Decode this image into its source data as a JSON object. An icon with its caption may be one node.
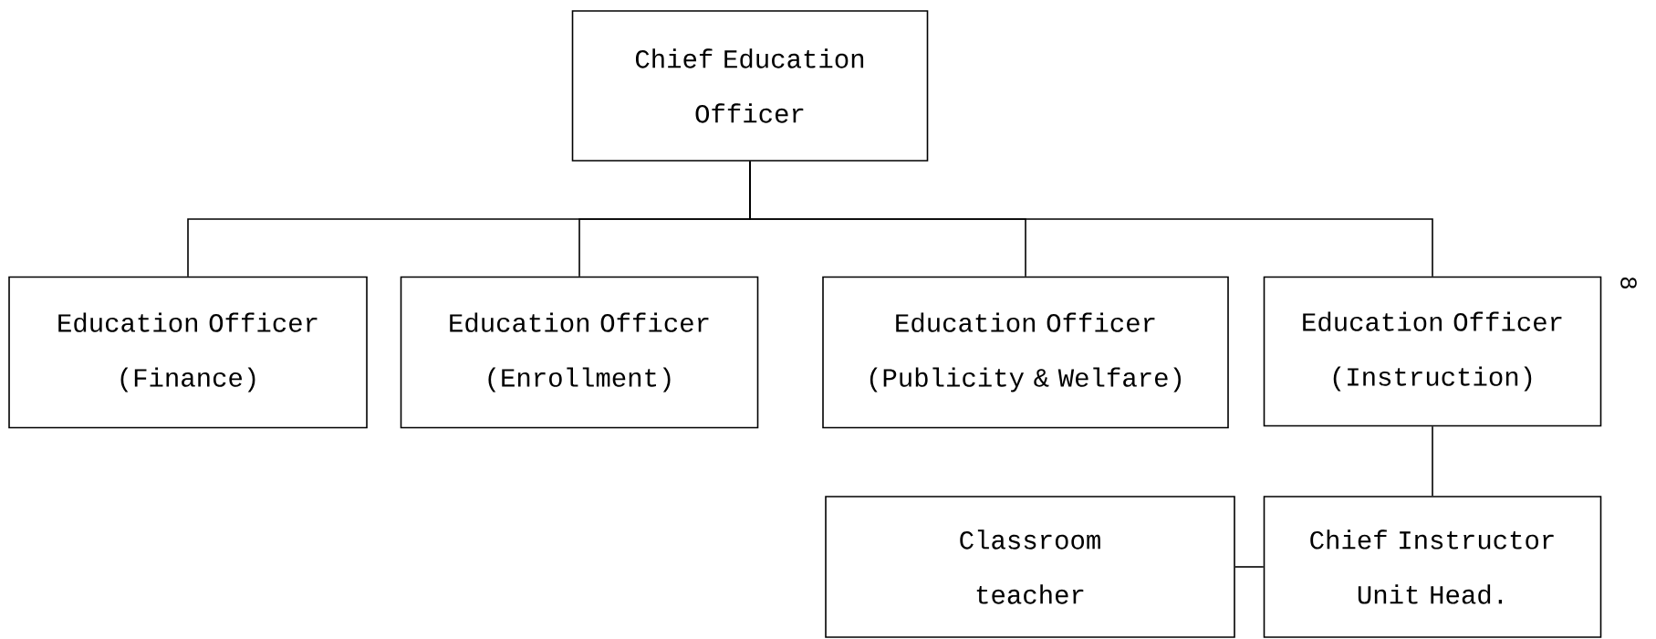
{
  "diagram": {
    "nodes": [
      {
        "text": [
          "Chief Education Officer"
        ]
      },
      {
        "text": [
          "Education Officer (Finance)"
        ]
      },
      {
        "text": [
          "Education Officer (Enrollment)"
        ]
      },
      {
        "text": [
          "Education Officer (Publicity & Welfare)"
        ]
      },
      {
        "text": [
          "Education Officer (Instruction)"
        ]
      },
      {
        "text": [
          "Classroom teacher"
        ]
      },
      {
        "text": [
          "Chief Instructor Unit Head."
        ]
      }
    ],
    "edges": [
      {
        "from": 0,
        "to": 1,
        "arrow": "none"
      },
      {
        "from": 0,
        "to": 2,
        "arrow": "none"
      },
      {
        "from": 0,
        "to": 3,
        "arrow": "none"
      },
      {
        "from": 0,
        "to": 4,
        "arrow": "none"
      },
      {
        "from": 4,
        "to": 6,
        "arrow": "none"
      },
      {
        "from": 5,
        "to": 6,
        "arrow": "none"
      }
    ],
    "labels": [
      "8"
    ]
  }
}
